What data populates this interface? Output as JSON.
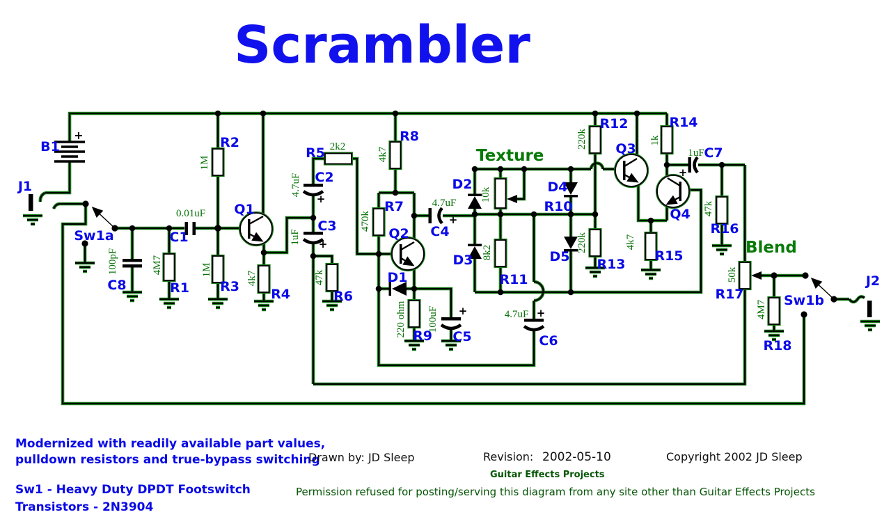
{
  "title": "Scrambler",
  "section_labels": {
    "texture": "Texture",
    "blend": "Blend"
  },
  "symbols": {
    "plus": "+"
  },
  "colors": {
    "title_blue": "#1111ee",
    "label_blue": "#0a0ae6",
    "value_green": "#067206",
    "note_green": "#055505",
    "wire_green": "#1a7a1a",
    "wire_black": "#000000",
    "background": "#ffffff"
  },
  "components": {
    "b1": {
      "ref": "B1"
    },
    "j1": {
      "ref": "J1"
    },
    "j2": {
      "ref": "J2"
    },
    "sw1a": {
      "ref": "Sw1a"
    },
    "sw1b": {
      "ref": "Sw1b"
    },
    "q1": {
      "ref": "Q1"
    },
    "q2": {
      "ref": "Q2"
    },
    "q3": {
      "ref": "Q3"
    },
    "q4": {
      "ref": "Q4"
    },
    "d1": {
      "ref": "D1"
    },
    "d2": {
      "ref": "D2"
    },
    "d3": {
      "ref": "D3"
    },
    "d4": {
      "ref": "D4"
    },
    "d5": {
      "ref": "D5"
    },
    "c1": {
      "ref": "C1",
      "value": "0.01uF"
    },
    "c2": {
      "ref": "C2",
      "value": "4.7uF"
    },
    "c3": {
      "ref": "C3",
      "value": "1uF"
    },
    "c4": {
      "ref": "C4",
      "value": "4.7uF"
    },
    "c5": {
      "ref": "C5",
      "value": "100uF"
    },
    "c6": {
      "ref": "C6",
      "value": "4.7uF"
    },
    "c7": {
      "ref": "C7",
      "value": "1uF"
    },
    "c8": {
      "ref": "C8",
      "value": "100pF"
    },
    "r1": {
      "ref": "R1",
      "value": "4M7"
    },
    "r2": {
      "ref": "R2",
      "value": "1M"
    },
    "r3": {
      "ref": "R3",
      "value": "1M"
    },
    "r4": {
      "ref": "R4",
      "value": "4k7"
    },
    "r5": {
      "ref": "R5",
      "value": "2k2"
    },
    "r6": {
      "ref": "R6",
      "value": "47k"
    },
    "r7": {
      "ref": "R7",
      "value": "470k"
    },
    "r8": {
      "ref": "R8",
      "value": "4k7"
    },
    "r9": {
      "ref": "R9",
      "value": "220 ohm"
    },
    "r10": {
      "ref": "R10",
      "value": "10k"
    },
    "r11": {
      "ref": "R11",
      "value": "8k2"
    },
    "r12": {
      "ref": "R12",
      "value": "220k"
    },
    "r13": {
      "ref": "R13",
      "value": "220k"
    },
    "r14": {
      "ref": "R14",
      "value": "1k"
    },
    "r15": {
      "ref": "R15",
      "value": "4k7"
    },
    "r16": {
      "ref": "R16",
      "value": "47k"
    },
    "r17": {
      "ref": "R17",
      "value": "50k"
    },
    "r18": {
      "ref": "R18",
      "value": "4M7"
    }
  },
  "notes": {
    "note_line1": "Modernized with readily available part values,",
    "note_line2": "pulldown resistors and true-bypass switching",
    "note_line3": "Sw1 - Heavy Duty DPDT Footswitch",
    "note_line4": "Transistors - 2N3904",
    "drawn_by": "Drawn by: JD Sleep",
    "revision_label": "Revision:",
    "revision_date": "2002-05-10",
    "copyright": "Copyright 2002  JD Sleep",
    "site": "Guitar Effects Projects",
    "permission": "Permission refused for posting/serving this diagram from any site other than Guitar Effects Projects"
  }
}
